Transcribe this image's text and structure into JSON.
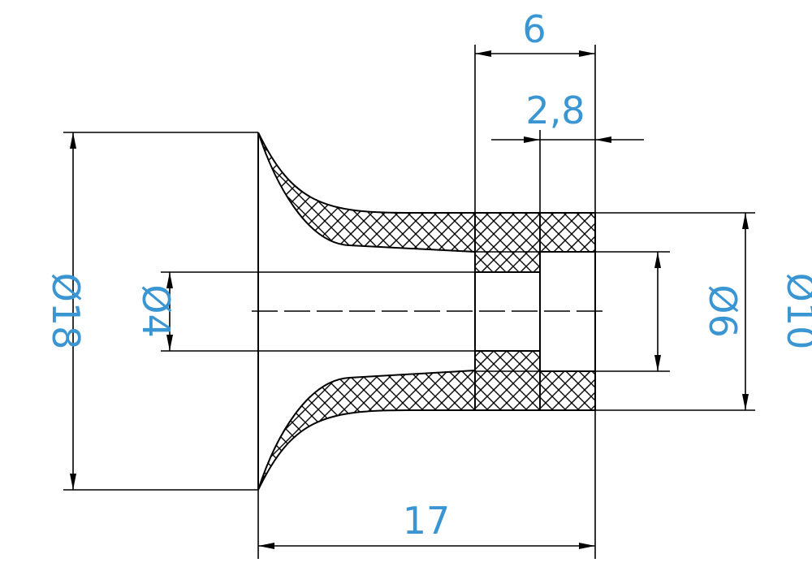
{
  "colors": {
    "dimension_text": "#3a95d3",
    "lines": "#000000",
    "hatch": "#000000",
    "background": "#ffffff"
  },
  "dimensions": {
    "outer_diameter": "Ø18",
    "bore_diameter": "Ø4",
    "counterbore_diameter": "Ø6",
    "shank_diameter": "Ø10",
    "overall_length": "17",
    "shank_length": "6",
    "counterbore_depth": "2,8"
  }
}
